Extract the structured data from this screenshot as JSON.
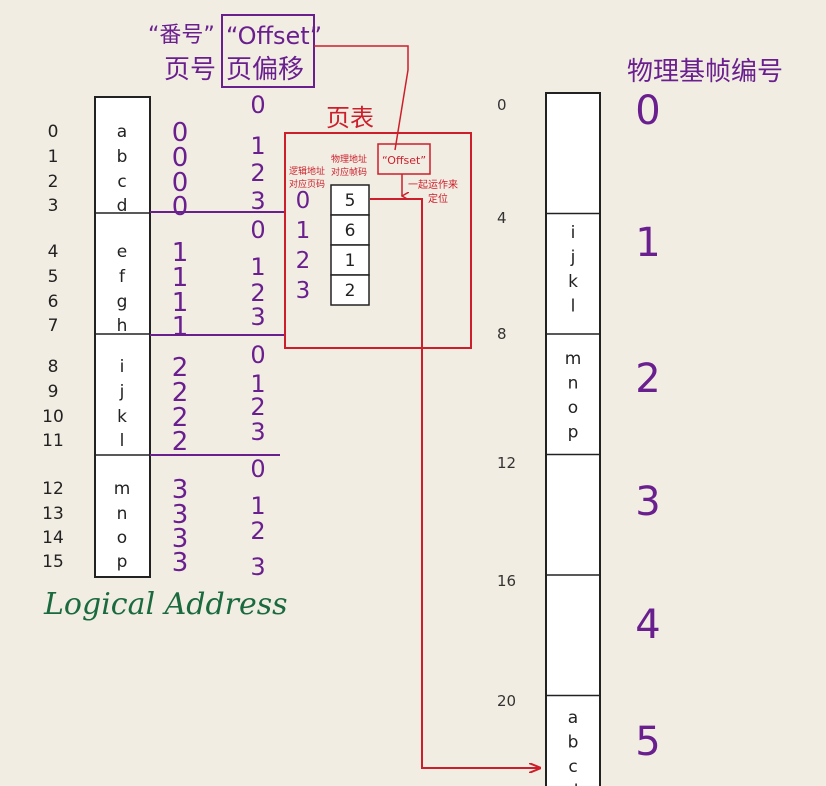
{
  "logical_header": {
    "page_quote": "“番号”",
    "page_label": "页号",
    "offset_quote": "“Offset”",
    "offset_label": "页偏移"
  },
  "logical_addresses": [
    "0",
    "1",
    "2",
    "3",
    "4",
    "5",
    "6",
    "7",
    "8",
    "9",
    "10",
    "11",
    "12",
    "13",
    "14",
    "15"
  ],
  "logical_memory": [
    "a",
    "b",
    "c",
    "d",
    "e",
    "f",
    "g",
    "h",
    "i",
    "j",
    "k",
    "l",
    "m",
    "n",
    "o",
    "p"
  ],
  "page_numbers": [
    "0",
    "0",
    "0",
    "0",
    "1",
    "1",
    "1",
    "1",
    "2",
    "2",
    "2",
    "2",
    "3",
    "3",
    "3",
    "3"
  ],
  "offsets": [
    "0",
    "1",
    "2",
    "3",
    "0",
    "1",
    "2",
    "3",
    "0",
    "1",
    "2",
    "3",
    "0",
    "1",
    "2",
    "3"
  ],
  "logical_caption": "Logical Address",
  "page_table": {
    "title": "页表",
    "col_logical_1": "逻辑地址",
    "col_logical_2": "对应页码",
    "col_physical_1": "物理地址",
    "col_physical_2": "对应帧码",
    "offset_note": "“Offset”",
    "offset_desc_1": "一起运作来",
    "offset_desc_2": "定位",
    "indices": [
      "0",
      "1",
      "2",
      "3"
    ],
    "frames": [
      "5",
      "6",
      "1",
      "2"
    ]
  },
  "physical": {
    "title": "物理基帧编号",
    "addresses": [
      "0",
      "4",
      "8",
      "12",
      "16",
      "20"
    ],
    "frame_numbers": [
      "0",
      "1",
      "2",
      "3",
      "4",
      "5"
    ],
    "frame1_letters": [
      "i",
      "j",
      "k",
      "l"
    ],
    "frame2_letters": [
      "m",
      "n",
      "o",
      "p"
    ],
    "frame5_letters": [
      "a",
      "b",
      "c",
      "d"
    ]
  },
  "colors": {
    "purple": "#6a1f8f",
    "red": "#cc1f2b",
    "green": "#1a6a3e",
    "background": "#f2ede3"
  }
}
